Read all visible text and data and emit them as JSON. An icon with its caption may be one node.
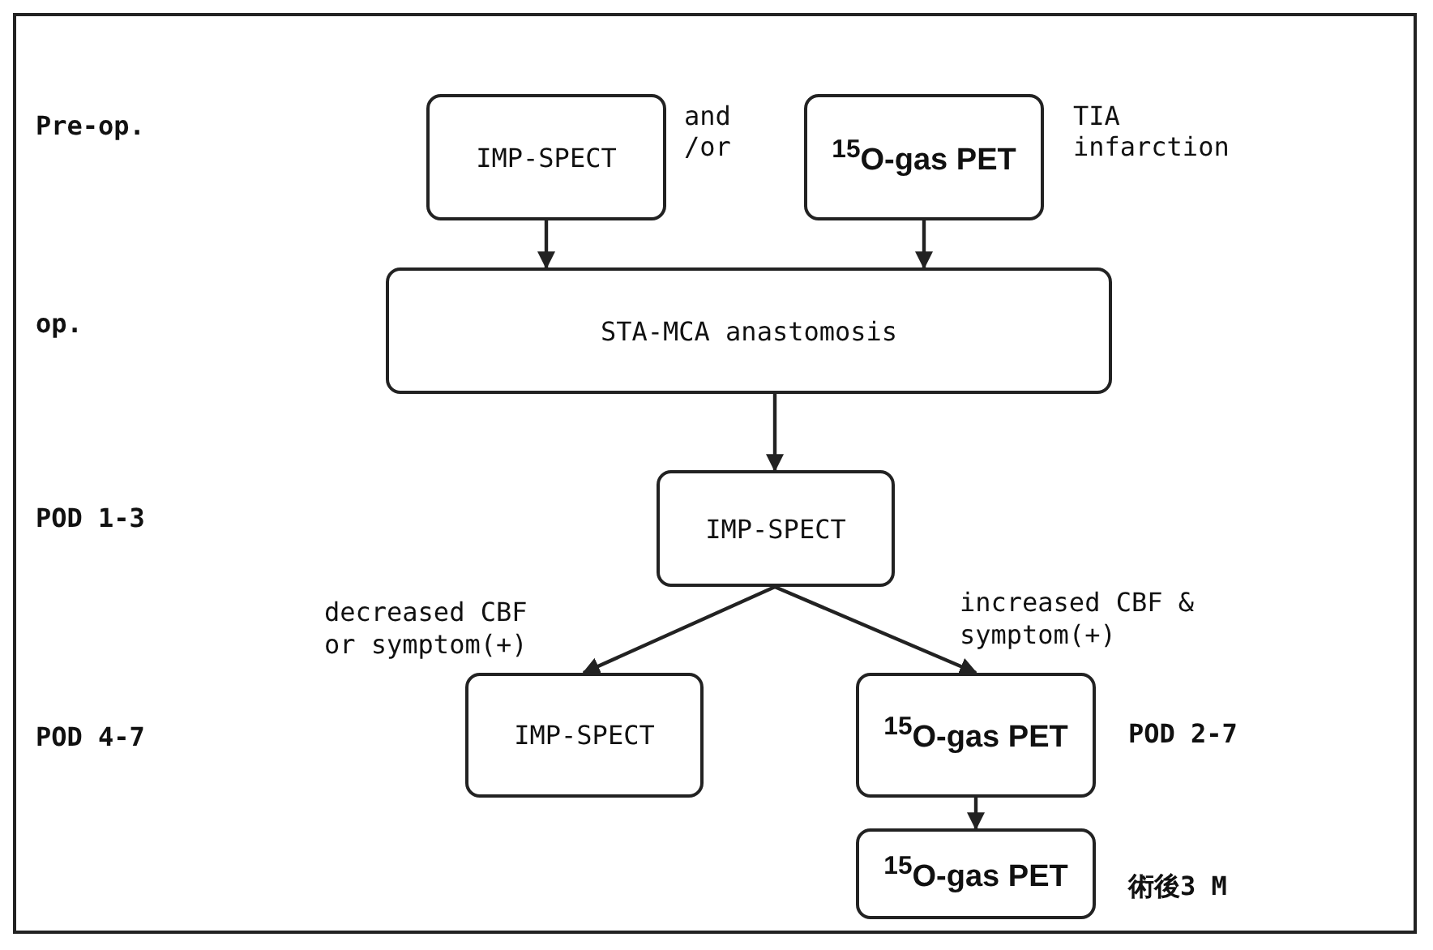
{
  "diagram": {
    "nodes": [
      {
        "text": [
          "IMP-SPECT"
        ]
      },
      {
        "text": [
          "$^{15}$O-gas PET"
        ]
      },
      {
        "text": [
          "STA-MCA anastomosis"
        ]
      },
      {
        "text": [
          "IMP-SPECT"
        ]
      },
      {
        "text": [
          "IMP-SPECT"
        ]
      },
      {
        "text": [
          "$^{15}$O-gas PET"
        ],
        "beside": [
          "POD 2-7"
        ]
      },
      {
        "text": [
          "$^{15}$O-gas PET"
        ],
        "beside": [
          "術後3 M"
        ]
      }
    ],
    "edges": [
      {
        "from": 0,
        "to": 2,
        "arrow": "to"
      },
      {
        "from": 1,
        "to": 2,
        "arrow": "to"
      },
      {
        "from": 2,
        "to": 3,
        "arrow": "to"
      },
      {
        "from": 3,
        "to": 4,
        "arrow": "to",
        "label": "decreased CBF or symptom(+)"
      },
      {
        "from": 3,
        "to": 5,
        "arrow": "to",
        "label": "increased CBF & symptom(+)"
      },
      {
        "from": 5,
        "to": 6,
        "arrow": "to"
      }
    ],
    "labels": [
      "Pre-op.",
      "and /or",
      "TIA infarction",
      "op.",
      "POD 1-3",
      "POD 4-7"
    ]
  }
}
